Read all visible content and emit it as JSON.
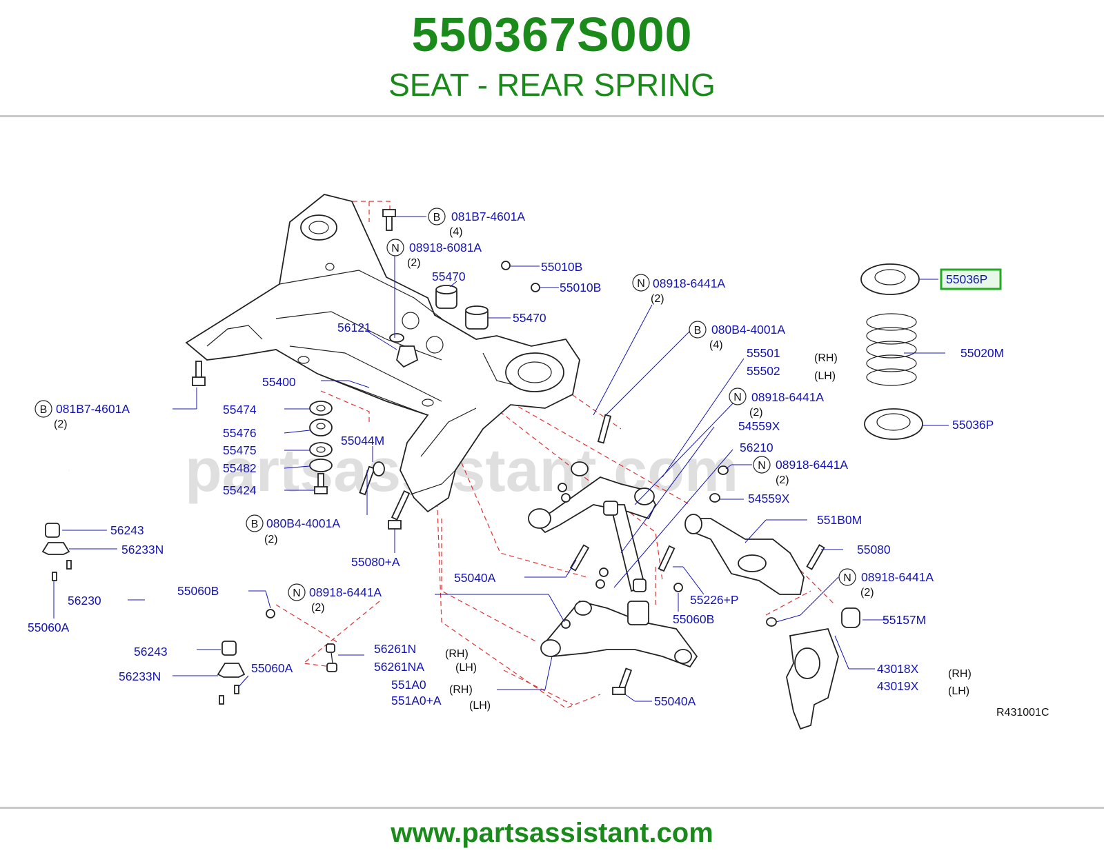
{
  "header": {
    "part_number": "550367S000",
    "part_name": "SEAT - REAR SPRING"
  },
  "footer": {
    "website": "www.partsassistant.com"
  },
  "watermark": "partsassistant.com",
  "diagram_ref": "R431001C",
  "highlight_color": "#22aa22",
  "callouts": [
    {
      "id": "c1",
      "text": "081B7-4601A",
      "badge": "B",
      "qty": "(4)"
    },
    {
      "id": "c2",
      "text": "08918-6081A",
      "badge": "N",
      "qty": "(2)"
    },
    {
      "id": "c3",
      "text": "55010B"
    },
    {
      "id": "c4",
      "text": "55010B"
    },
    {
      "id": "c5",
      "text": "55470"
    },
    {
      "id": "c6",
      "text": "55470"
    },
    {
      "id": "c7",
      "text": "08918-6441A",
      "badge": "N",
      "qty": "(2)"
    },
    {
      "id": "c8",
      "text": "55036P",
      "highlighted": true
    },
    {
      "id": "c9",
      "text": "080B4-4001A",
      "badge": "B",
      "qty": "(4)"
    },
    {
      "id": "c10",
      "text": "56121"
    },
    {
      "id": "c11",
      "text": "55501",
      "side": "(RH)"
    },
    {
      "id": "c12",
      "text": "55502",
      "side": "(LH)"
    },
    {
      "id": "c13",
      "text": "55020M"
    },
    {
      "id": "c14",
      "text": "55400"
    },
    {
      "id": "c15",
      "text": "08918-6441A",
      "badge": "N",
      "qty": "(2)"
    },
    {
      "id": "c16",
      "text": "081B7-4601A",
      "badge": "B",
      "qty": "(2)"
    },
    {
      "id": "c17",
      "text": "55474"
    },
    {
      "id": "c18",
      "text": "54559X"
    },
    {
      "id": "c19",
      "text": "55036P"
    },
    {
      "id": "c20",
      "text": "55476"
    },
    {
      "id": "c21",
      "text": "55044M"
    },
    {
      "id": "c22",
      "text": "56210"
    },
    {
      "id": "c23",
      "text": "55475"
    },
    {
      "id": "c24",
      "text": "08918-6441A",
      "badge": "N",
      "qty": "(2)"
    },
    {
      "id": "c25",
      "text": "55482"
    },
    {
      "id": "c26",
      "text": "55424"
    },
    {
      "id": "c27",
      "text": "54559X"
    },
    {
      "id": "c28",
      "text": "551B0M"
    },
    {
      "id": "c29",
      "text": "080B4-4001A",
      "badge": "B",
      "qty": "(2)"
    },
    {
      "id": "c30",
      "text": "56243"
    },
    {
      "id": "c31",
      "text": "56233N"
    },
    {
      "id": "c32",
      "text": "55080"
    },
    {
      "id": "c33",
      "text": "55080+A"
    },
    {
      "id": "c34",
      "text": "55040A"
    },
    {
      "id": "c35",
      "text": "08918-6441A",
      "badge": "N",
      "qty": "(2)"
    },
    {
      "id": "c36",
      "text": "55060B"
    },
    {
      "id": "c37",
      "text": "55226+P"
    },
    {
      "id": "c38",
      "text": "56230"
    },
    {
      "id": "c39",
      "text": "08918-6441A",
      "badge": "N",
      "qty": "(2)"
    },
    {
      "id": "c40",
      "text": "55060B"
    },
    {
      "id": "c41",
      "text": "55157M"
    },
    {
      "id": "c42",
      "text": "55060A"
    },
    {
      "id": "c43",
      "text": "56243"
    },
    {
      "id": "c44",
      "text": "56261N",
      "side": "(RH)"
    },
    {
      "id": "c45",
      "text": "56261NA",
      "side": "(LH)"
    },
    {
      "id": "c46",
      "text": "43018X",
      "side": "(RH)"
    },
    {
      "id": "c47",
      "text": "56233N"
    },
    {
      "id": "c48",
      "text": "55060A"
    },
    {
      "id": "c49",
      "text": "43019X",
      "side": "(LH)"
    },
    {
      "id": "c50",
      "text": "551A0",
      "side": "(RH)"
    },
    {
      "id": "c51",
      "text": "551A0+A",
      "side": "(LH)"
    },
    {
      "id": "c52",
      "text": "55040A"
    }
  ]
}
